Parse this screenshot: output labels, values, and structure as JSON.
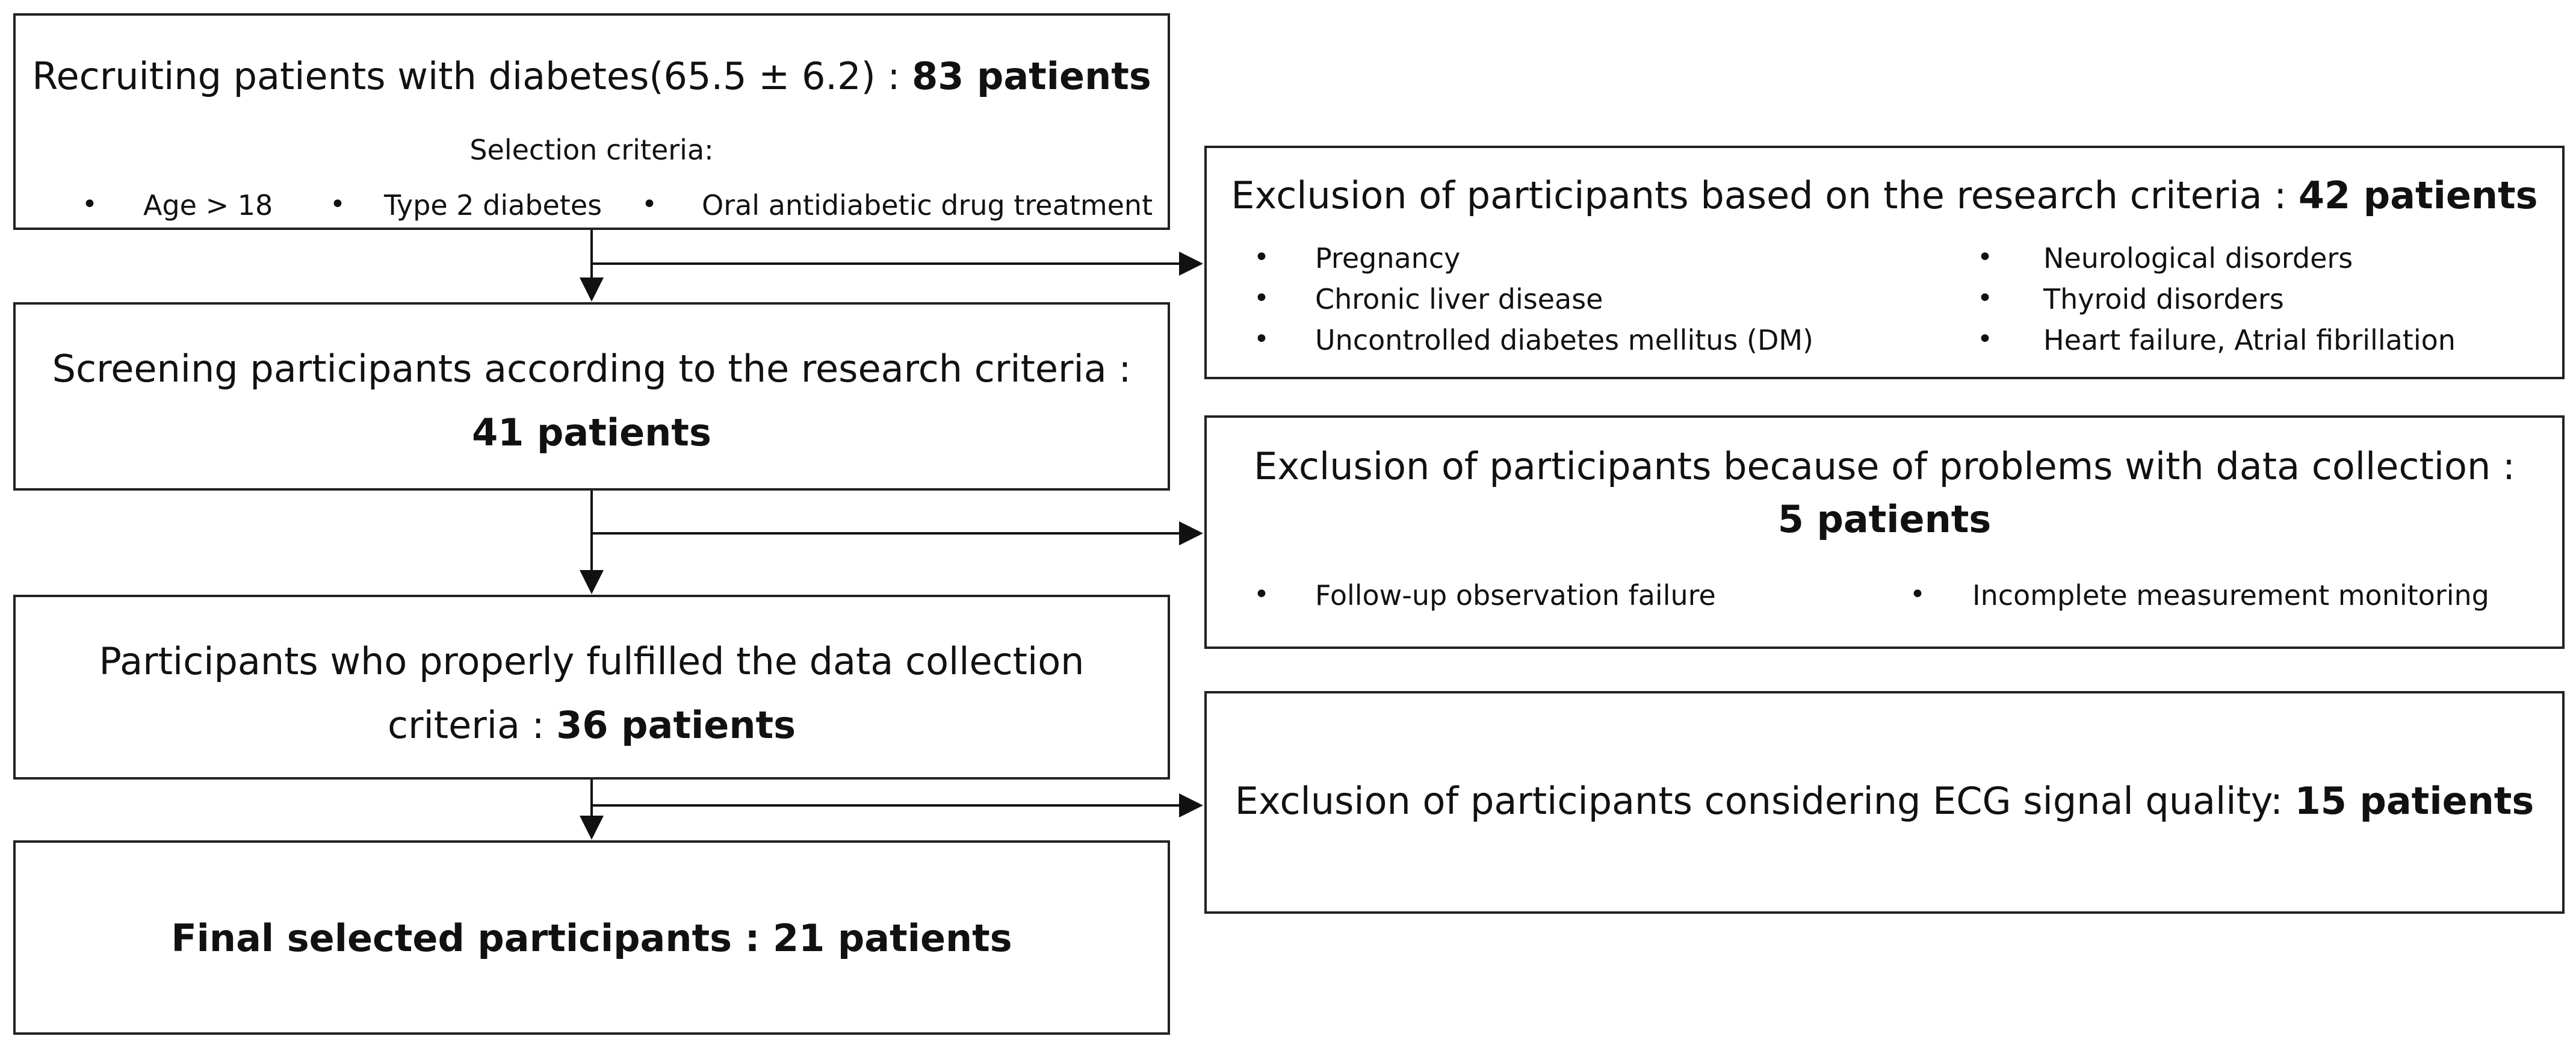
{
  "box1": {
    "title": "Recruiting patients with diabetes(65.5 ± 6.2) :",
    "count": "83 patients",
    "subheading": "Selection criteria:",
    "criteria": [
      "Age > 18",
      "Type 2 diabetes",
      "Oral antidiabetic drug treatment"
    ]
  },
  "box2": {
    "title": "Screening participants according to the research criteria :",
    "count": "41 patients"
  },
  "box3": {
    "title_line1": "Participants who properly fulfilled the data collection",
    "title_line2": "criteria :",
    "count": "36 patients"
  },
  "box4": {
    "title": "Final selected participants  :",
    "count": "21 patients"
  },
  "excl1": {
    "title": "Exclusion of participants based on the research criteria :",
    "count": "42 patients",
    "left": [
      "Pregnancy",
      "Chronic liver disease",
      "Uncontrolled diabetes mellitus (DM)"
    ],
    "right": [
      "Neurological disorders",
      "Thyroid disorders",
      "Heart failure, Atrial fibrillation"
    ]
  },
  "excl2": {
    "title": "Exclusion of participants because of problems with data collection :",
    "count": "5 patients",
    "items": [
      "Follow-up observation failure",
      "Incomplete measurement monitoring"
    ]
  },
  "excl3": {
    "title": "Exclusion of participants considering ECG signal quality:",
    "count": "15 patients"
  },
  "bullet_char": "•"
}
